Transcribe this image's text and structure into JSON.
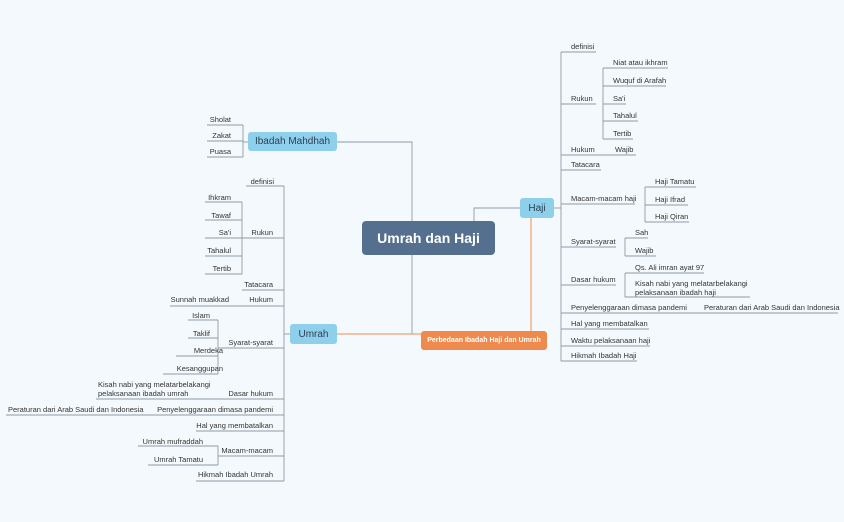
{
  "colors": {
    "background": "#f4f9fd",
    "line": "#8e9aa6",
    "central": "#55708f",
    "main_topic": "#8ed0ec",
    "floating_topic": "#ef8a4e",
    "floating_line": "#ef8a4e"
  },
  "central": {
    "title": "Umrah dan Haji"
  },
  "floating": {
    "title": "Perbedaan Ibadah Haji dan Umrah"
  },
  "ibadah_mahdhah": {
    "title": "Ibadah Mahdhah",
    "items": [
      "Sholat",
      "Zakat",
      "Puasa"
    ]
  },
  "umrah": {
    "title": "Umrah",
    "definisi": "definisi",
    "rukun": {
      "label": "Rukun",
      "items": [
        "Ihkram",
        "Tawaf",
        "Sa'i",
        "Tahalul",
        "Tertib"
      ]
    },
    "tatacara": "Tatacara",
    "hukum": {
      "label": "Hukum",
      "value": "Sunnah muakkad"
    },
    "syarat": {
      "label": "Syarat-syarat",
      "items": [
        "Islam",
        "Taklif",
        "Merdeka",
        "Kesanggupan"
      ]
    },
    "dasar_hukum": {
      "label": "Dasar hukum",
      "value": "Kisah nabi yang melatarbelakangi pelaksanaan ibadah umrah"
    },
    "penyelenggaraan": {
      "label": "Penyelenggaraan dimasa pandemi",
      "value": "Peraturan dari Arab Saudi dan Indonesia"
    },
    "membatalkan": "Hal yang membatalkan",
    "macam": {
      "label": "Macam-macam",
      "items": [
        "Umrah mufraddah",
        "Umrah Tamatu"
      ]
    },
    "hikmah": "Hikmah Ibadah Umrah"
  },
  "haji": {
    "title": "Haji",
    "definisi": "definisi",
    "rukun": {
      "label": "Rukun",
      "items": [
        "Niat atau ikhram",
        "Wuquf di Arafah",
        "Sa'i",
        "Tahalul",
        "Tertib"
      ]
    },
    "hukum": {
      "label": "Hukum",
      "value": "Wajib"
    },
    "tatacara": "Tatacara",
    "macam": {
      "label": "Macam-macam haji",
      "items": [
        "Haji Tamatu",
        "Haji Ifrad",
        "Haji Qiran"
      ]
    },
    "syarat": {
      "label": "Syarat-syarat",
      "items": [
        "Sah",
        "Wajib"
      ]
    },
    "dasar_hukum": {
      "label": "Dasar hukum",
      "items": [
        "Qs. Ali imran ayat 97",
        "Kisah nabi yang melatarbelakangi pelaksanaan ibadah haji"
      ]
    },
    "penyelenggaraan": {
      "label": "Penyelenggaraan dimasa pandemi",
      "value": "Peraturan dari Arab Saudi dan Indonesia"
    },
    "membatalkan": "Hal yang membatalkan",
    "waktu": "Waktu pelaksanaan haji",
    "hikmah": "Hikmah Ibadah Haji"
  }
}
